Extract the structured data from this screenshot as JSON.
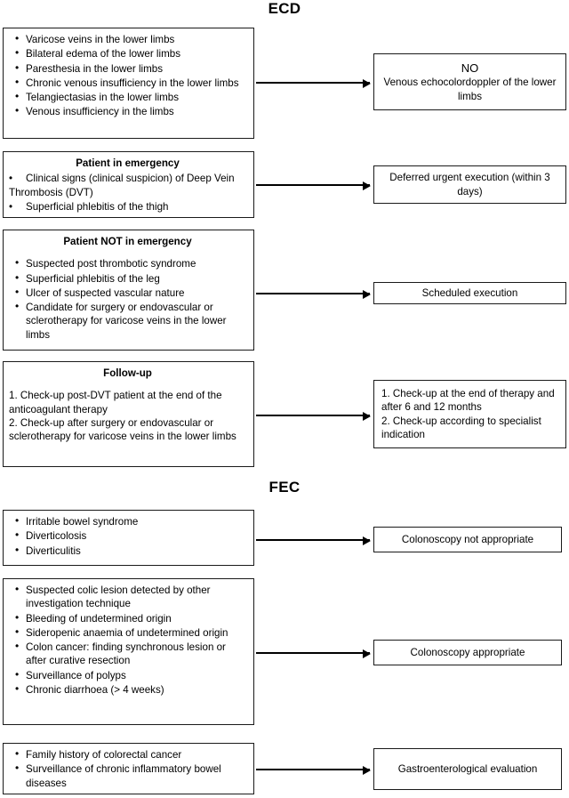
{
  "document": {
    "type": "clinical-appropriateness-flowchart",
    "sections": [
      {
        "id": "ecd",
        "title": "ECD",
        "rows": [
          {
            "id": "ecd-row-1",
            "source": {
              "heading": "",
              "list_type": "bullet",
              "items": [
                "Varicose veins in the lower limbs",
                "Bilateral edema of the lower limbs",
                "Paresthesia in the lower limbs",
                "Chronic venous insufficiency in the lower limbs",
                "Telangiectasias in the lower limbs",
                "Venous insufficiency in the limbs"
              ]
            },
            "target": {
              "title": "NO",
              "text": "Venous echocolordoppler of the lower limbs",
              "align": "center"
            }
          },
          {
            "id": "ecd-row-2",
            "source": {
              "heading": "Patient in emergency",
              "list_type": "bullet",
              "items": [
                "Clinical signs (clinical suspicion) of Deep Vein Thrombosis (DVT)",
                "Superficial phlebitis of the thigh"
              ]
            },
            "target": {
              "title": "",
              "text": "Deferred urgent execution (within 3 days)",
              "align": "center"
            }
          },
          {
            "id": "ecd-row-3",
            "source": {
              "heading": "Patient NOT in emergency",
              "list_type": "bullet",
              "items": [
                "Suspected post thrombotic syndrome",
                "Superficial phlebitis of the leg",
                "Ulcer of suspected vascular nature",
                "Candidate for surgery or endovascular or sclerotherapy for varicose veins in the lower limbs"
              ]
            },
            "target": {
              "title": "",
              "text": "Scheduled execution",
              "align": "center"
            }
          },
          {
            "id": "ecd-row-4",
            "source": {
              "heading": "Follow-up",
              "list_type": "numbered",
              "items": [
                "1. Check-up post-DVT patient at the end of the anticoagulant therapy",
                "2. Check-up after surgery or endovascular or sclerotherapy for varicose veins in the lower limbs"
              ]
            },
            "target": {
              "title": "",
              "lines": [
                "1. Check-up at the end of therapy and after 6 and 12 months",
                "2. Check-up according to specialist indication"
              ],
              "align": "left"
            }
          }
        ]
      },
      {
        "id": "fec",
        "title": "FEC",
        "rows": [
          {
            "id": "fec-row-1",
            "source": {
              "heading": "",
              "list_type": "bullet",
              "items": [
                "Irritable bowel syndrome",
                "Diverticolosis",
                "Diverticulitis"
              ]
            },
            "target": {
              "title": "",
              "text": "Colonoscopy not appropriate",
              "align": "center"
            }
          },
          {
            "id": "fec-row-2",
            "source": {
              "heading": "",
              "list_type": "bullet",
              "items": [
                "Suspected colic lesion detected by other investigation technique",
                "Bleeding of undetermined origin",
                "Sideropenic anaemia of undetermined origin",
                "Colon cancer: finding synchronous lesion or after curative resection",
                "Surveillance of polyps",
                "Chronic diarrhoea (> 4 weeks)"
              ]
            },
            "target": {
              "title": "",
              "text": "Colonoscopy appropriate",
              "align": "center"
            }
          },
          {
            "id": "fec-row-3",
            "source": {
              "heading": "",
              "list_type": "bullet",
              "items": [
                "Family history of colorectal cancer",
                "Surveillance of chronic inflammatory bowel diseases"
              ]
            },
            "target": {
              "title": "",
              "text": "Gastroenterological evaluation",
              "align": "center"
            }
          }
        ]
      }
    ],
    "colors": {
      "border": "#1a1a1a",
      "text": "#000000",
      "background": "#ffffff",
      "arrow": "#000000"
    }
  }
}
